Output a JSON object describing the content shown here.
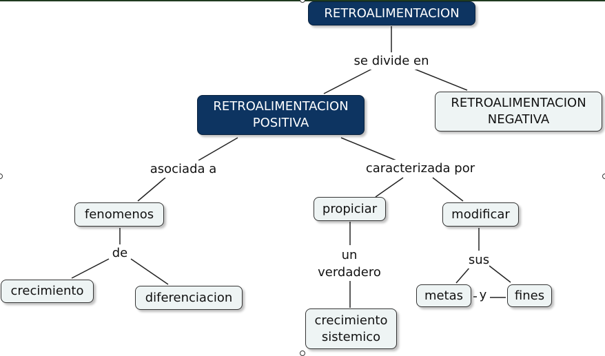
{
  "nodes": {
    "root": "RETROALIMENTACION",
    "positive_line1": "RETROALIMENTACION",
    "positive_line2": "POSITIVA",
    "negative_line1": "RETROALIMENTACION",
    "negative_line2": "NEGATIVA",
    "fenomenos": "fenomenos",
    "crecimiento": "crecimiento",
    "diferenciacion": "diferenciacion",
    "propiciar": "propiciar",
    "crecimiento_sistemico_line1": "crecimiento",
    "crecimiento_sistemico_line2": "sistemico",
    "modificar": "modificar",
    "metas": "metas",
    "fines": "fines"
  },
  "links": {
    "se_divide_en": "se divide en",
    "asociada_a": "asociada a",
    "caracterizada_por": "caracterizada por",
    "de": "de",
    "un": "un",
    "verdadero": "verdadero",
    "sus": "sus",
    "y": "y"
  },
  "colors": {
    "dark_node": "#0d3461",
    "light_node": "#eef4f4"
  }
}
